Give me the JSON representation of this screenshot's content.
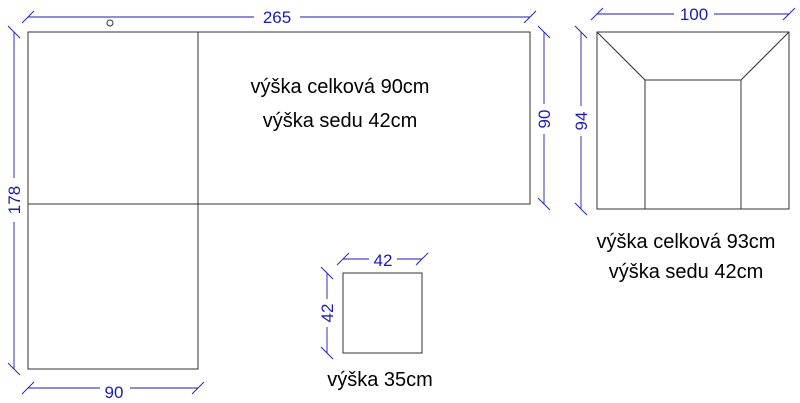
{
  "corner_sofa": {
    "dim_top": "265",
    "dim_left": "178",
    "dim_bottom": "90",
    "dim_right": "90",
    "label_line1": "výška celková 90cm",
    "label_line2": "výška sedu 42cm"
  },
  "armchair": {
    "dim_top": "100",
    "dim_left": "94",
    "label_line1": "výška celková 93cm",
    "label_line2": "výška sedu 42cm"
  },
  "stool": {
    "dim_top": "42",
    "dim_left": "42",
    "label": "výška 35cm"
  },
  "colors": {
    "dimension": "#1b1bb8",
    "outline": "#333333",
    "text": "#000000"
  }
}
